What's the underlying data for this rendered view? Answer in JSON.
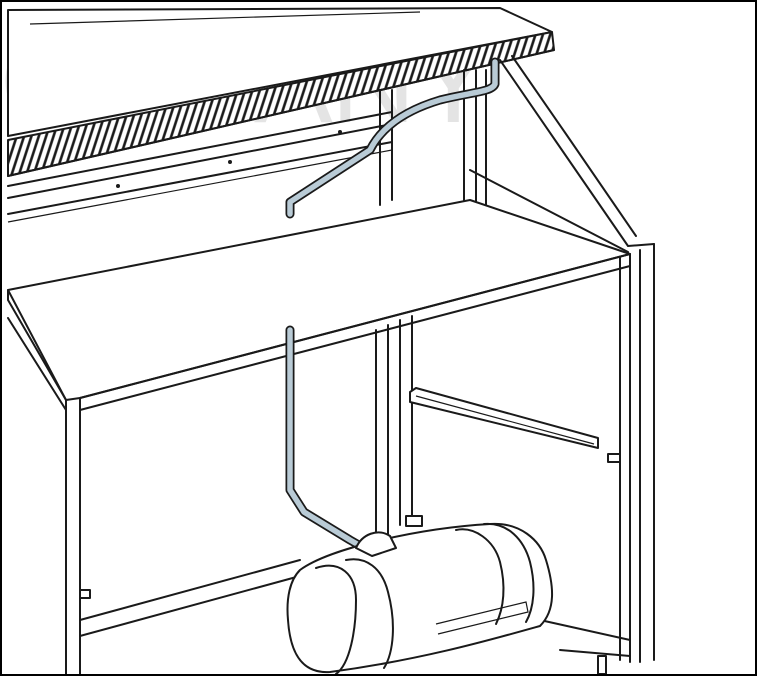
{
  "watermark": {
    "text": "OMPANY",
    "color": "#e4e4e4"
  },
  "colors": {
    "line": "#1a1a1a",
    "hose": "#b9cbd6",
    "background": "#ffffff",
    "border": "#000000"
  },
  "parts": [
    "perforated-grille",
    "hood-frame",
    "work-shelf",
    "vertical-frame-posts",
    "cross-bar",
    "vacuum-hose",
    "tank-canister"
  ]
}
